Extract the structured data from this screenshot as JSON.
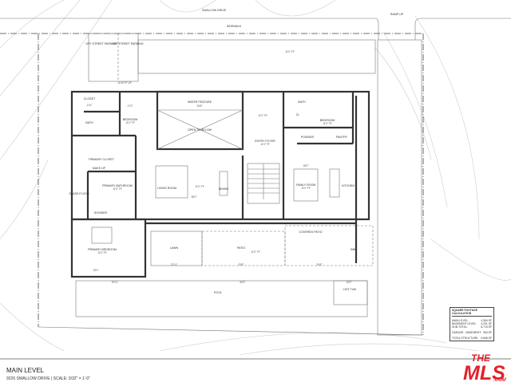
{
  "plan": {
    "title": "MAIN LEVEL",
    "subtitle": "9226 SWALLOW DRIVE | SCALE: 3/32\" = 1'-0\"",
    "site_labels": {
      "street": "SWALLOW DRIVE",
      "sidewalk": "SIDEWALK",
      "ramp": "RAMP UP",
      "parking_1": "OFF-STREET PARKING",
      "parking_2": "OFF-STREET PARKING"
    },
    "rooms": {
      "closet": "CLOSET",
      "bath_left": "BATH",
      "bedroom_left": "BEDROOM",
      "bedroom_left_ff": "11'0\" FF",
      "water_feature": "WATER FEATURE",
      "open_to_below": "OPEN TO BELOW",
      "primary_closet": "PRIMARY CLOSET",
      "make_up": "MAKE UP",
      "primary_bathroom": "PRIMARY BATHROOM",
      "primary_bathroom_ff": "11'0\" FF",
      "glass_floor": "GLASS FLOOR",
      "living_room": "LIVING ROOM",
      "living_ff": "11'0\" FF",
      "dining": "DINING",
      "shower": "SHOWER",
      "entry_ff": "11'0\" FF",
      "entry_foyer": "ENTRY FOYER",
      "entry_foyer_ff": "11'0\" FF",
      "bath_right": "BATH",
      "cl": "CL",
      "bedroom_right": "BEDROOM",
      "bedroom_right_ff": "11'0\" FF",
      "powder": "POWDER",
      "pantry": "PANTRY",
      "family_room": "FAMILY ROOM",
      "family_room_ff": "11'0\" FF",
      "kitchen": "KITCHEN",
      "primary_bedroom": "PRIMARY BEDROOM",
      "primary_bedroom_ff": "11'0\" FF",
      "lawn": "LAWN",
      "patio": "PATIO",
      "patio_ff": "11'0\" FF",
      "covered_patio": "COVERED PATIO",
      "bbq": "BBQ",
      "pool": "POOL",
      "hot_tub": "HOT TUB"
    },
    "dimensions": {
      "closet_w": "12'4\"",
      "bedroom_w": "17'0\"",
      "water_w": "25'8\"",
      "living_w": "38'0\"",
      "primary_bed_w": "23'0\"",
      "lawn_w": "27'11\"",
      "patio_w": "25'8\"",
      "covered_w": "29'8\"",
      "pool_w": "60'0\"",
      "pool_left": "20'11\"",
      "hot_tub_w": "10'0\"",
      "family_w": "18'0\"",
      "top_ff": "11'00 FF UP",
      "site_ff": "11'0\" FF"
    }
  },
  "sf_table": {
    "heading": "SQUARE FOOTAGE CALCULATION",
    "rows": [
      {
        "label": "MAIN LEVEL:",
        "value": "4,384 SF"
      },
      {
        "label": "BASEMENT LEVEL:",
        "value": "4,331 SF"
      },
      {
        "label": "SUB-TOTAL:",
        "value": "8,715 SF"
      },
      {
        "label": "GARAGE - BASEMENT:",
        "value": "953 SF"
      },
      {
        "label": "TOTAL STRUCTURE:",
        "value": "9,668 SF"
      }
    ]
  },
  "logo": {
    "text_the": "THE",
    "text_mls": "MLS",
    "text_com": ".COM",
    "color": "#e3212b"
  }
}
